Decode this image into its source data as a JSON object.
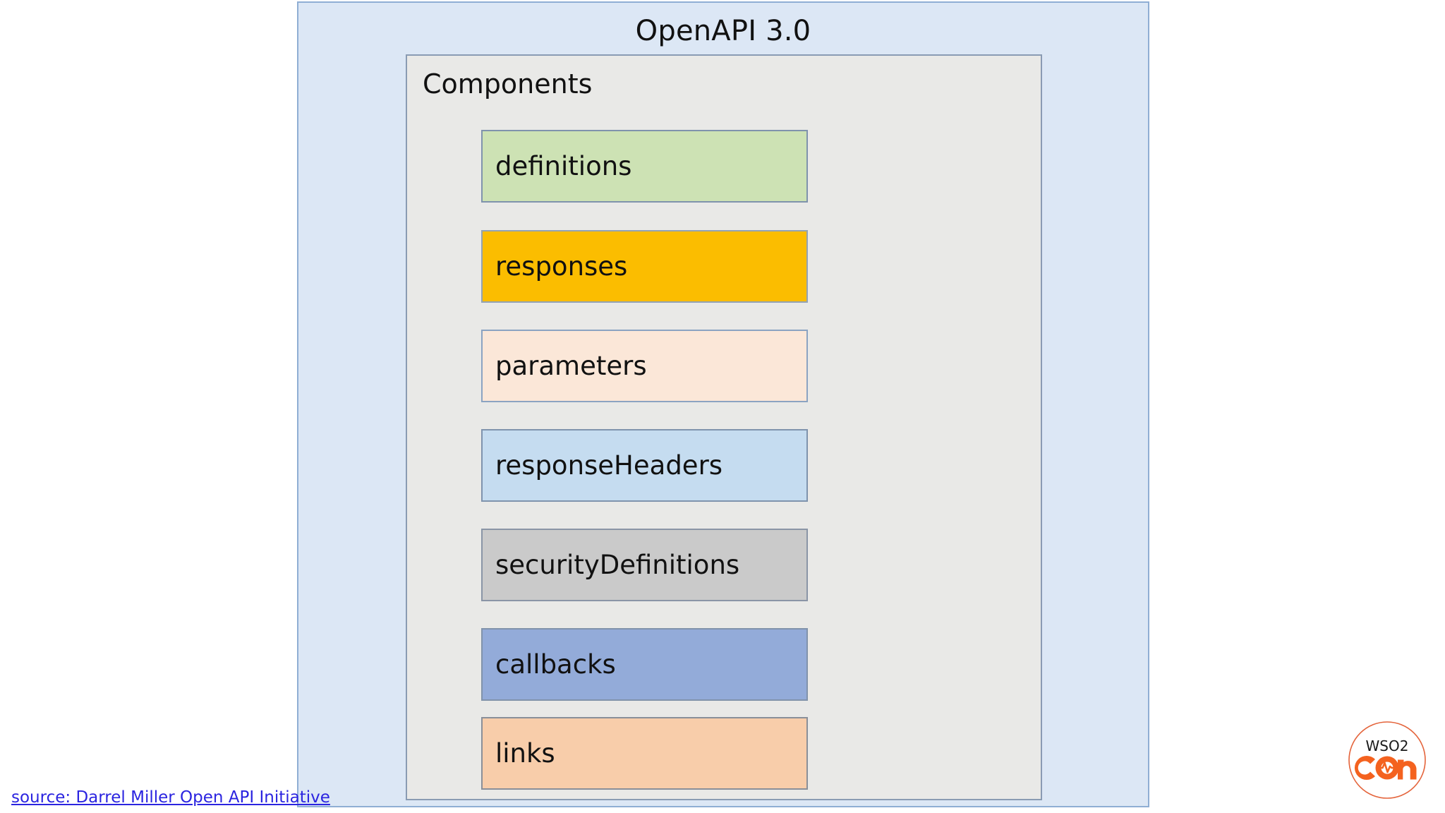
{
  "slide": {
    "background_color": "#ffffff"
  },
  "openapi_panel": {
    "title": "OpenAPI 3.0",
    "background_color": "#dce7f5",
    "border_color": "#8faed4"
  },
  "components_panel": {
    "title": "Components",
    "background_color": "#e9e9e7",
    "border_color": "#8a9bb3",
    "boxes": [
      {
        "label": "definitions",
        "fill": "#cde2b4",
        "border": "#7f93ad"
      },
      {
        "label": "responses",
        "fill": "#fbbd00",
        "border": "#93a3b5"
      },
      {
        "label": "parameters",
        "fill": "#fbe7d8",
        "border": "#8ba3c2"
      },
      {
        "label": "responseHeaders",
        "fill": "#c5dcf0",
        "border": "#7f93ad"
      },
      {
        "label": "securityDefinitions",
        "fill": "#cacaca",
        "border": "#8a95a6"
      },
      {
        "label": "callbacks",
        "fill": "#93abd9",
        "border": "#8193ab"
      },
      {
        "label": "links",
        "fill": "#f8cdaa",
        "border": "#8a8f99"
      }
    ]
  },
  "source": {
    "label": "source: Darrel Miller Open API Initiative",
    "color": "#2b24e0"
  },
  "logo": {
    "top_text": "WSO2",
    "bottom_text": "CON",
    "ring_color": "#e4633a",
    "accent_color": "#f4621f",
    "top_text_color": "#1a1a1a"
  }
}
